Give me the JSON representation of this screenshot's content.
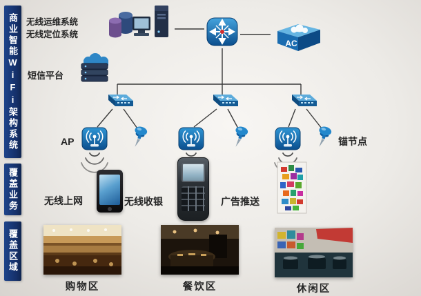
{
  "sidebar": {
    "sections": [
      {
        "label": "商业智能WiFi架构系统"
      },
      {
        "label": "覆盖业务"
      },
      {
        "label": "覆盖区域"
      }
    ]
  },
  "core": {
    "ops_system": "无线运维系统",
    "positioning_system": "无线定位系统",
    "sms_platform": "短信平台",
    "controller": "AC"
  },
  "access": {
    "ap": "AP",
    "anchor": "锚节点"
  },
  "services": [
    {
      "label": "无线上网"
    },
    {
      "label": "无线收银"
    },
    {
      "label": "广告推送"
    }
  ],
  "zones": [
    {
      "label": "购物区"
    },
    {
      "label": "餐饮区"
    },
    {
      "label": "休闲区"
    }
  ],
  "colors": {
    "sidebar_navy": "#15306a",
    "device_blue": "#0b4f8e",
    "line": "#3b3b3b",
    "ac_front": "#1a6cb0"
  }
}
